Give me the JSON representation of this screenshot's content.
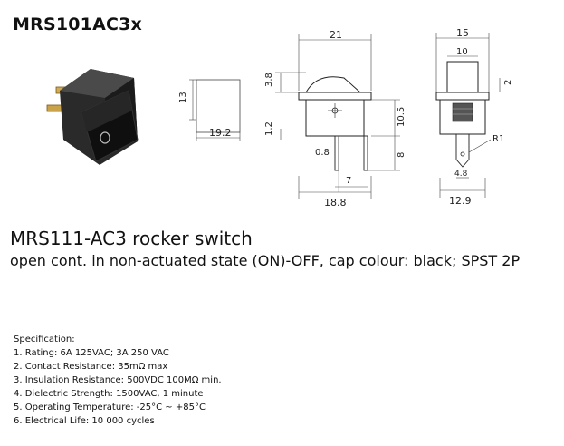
{
  "header": {
    "model_code": "MRS101AC3x"
  },
  "product": {
    "title": "MRS111-AC3 rocker switch",
    "subtitle": "open cont. in non-actuated state (ON)-OFF, cap colour: black; SPST 2P"
  },
  "dimensions": {
    "side_height": "13",
    "side_width": "19.2",
    "top_width": "21",
    "cap_height": "3.8",
    "body_gap": "1.2",
    "terminal_pitch": "0.8",
    "terminal_spacing": "7",
    "bottom_width": "18.8",
    "body_height": "10.5",
    "terminal_length": "8",
    "end_top_width": "15",
    "end_inner_width": "10",
    "end_top_height": "2",
    "end_terminal_width": "4.8",
    "end_bottom_width": "12.9",
    "radius": "R1"
  },
  "specification": {
    "heading": "Specification:",
    "items": [
      "1. Rating: 6A 125VAC; 3A 250 VAC",
      "2. Contact Resistance: 35mΩ max",
      "3. Insulation Resistance: 500VDC 100MΩ min.",
      "4. Dielectric Strength: 1500VAC, 1 minute",
      "5. Operating Temperature: -25°C ~ +85°C",
      "6. Electrical Life: 10 000 cycles"
    ]
  }
}
